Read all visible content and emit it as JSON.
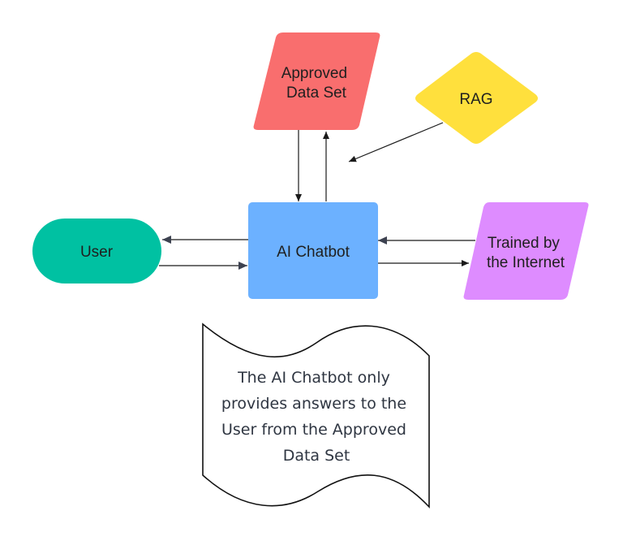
{
  "nodes": {
    "approved_data_set": {
      "lines": [
        "Approved",
        "Data Set"
      ],
      "color": "#F96E6E"
    },
    "rag": {
      "lines": [
        "RAG"
      ],
      "color": "#FFE03D"
    },
    "user": {
      "lines": [
        "User"
      ],
      "color": "#00C1A2"
    },
    "ai_chatbot": {
      "lines": [
        "AI Chatbot"
      ],
      "color": "#6CB1FF"
    },
    "trained_by_internet": {
      "lines": [
        "Trained by",
        "the Internet"
      ],
      "color": "#DE8CFF"
    }
  },
  "note": {
    "lines": [
      "The AI Chatbot only",
      "provides answers to the",
      "User from the Approved",
      "Data Set"
    ]
  },
  "edges": [
    {
      "from": "approved_data_set",
      "to": "ai_chatbot"
    },
    {
      "from": "ai_chatbot",
      "to": "approved_data_set"
    },
    {
      "from": "rag",
      "to": "ai_chatbot"
    },
    {
      "from": "ai_chatbot",
      "to": "user"
    },
    {
      "from": "user",
      "to": "ai_chatbot"
    },
    {
      "from": "trained_by_internet",
      "to": "ai_chatbot"
    },
    {
      "from": "ai_chatbot",
      "to": "trained_by_internet"
    }
  ]
}
